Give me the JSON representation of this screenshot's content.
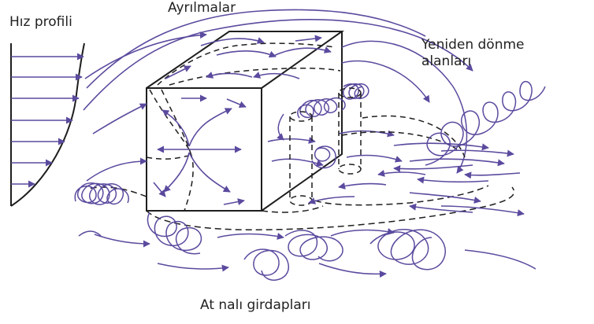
{
  "labels": {
    "velocity_profile": "Hız profili",
    "separations": "Ayrılmalar",
    "recirculation_line1": "Yeniden dönme",
    "recirculation_line2": "alanları",
    "horseshoe_vortices": "At nalı girdapları"
  },
  "colors": {
    "flow": "#5b4a9e",
    "body": "#1e1e1e",
    "text": "#222222",
    "background": "#ffffff"
  }
}
